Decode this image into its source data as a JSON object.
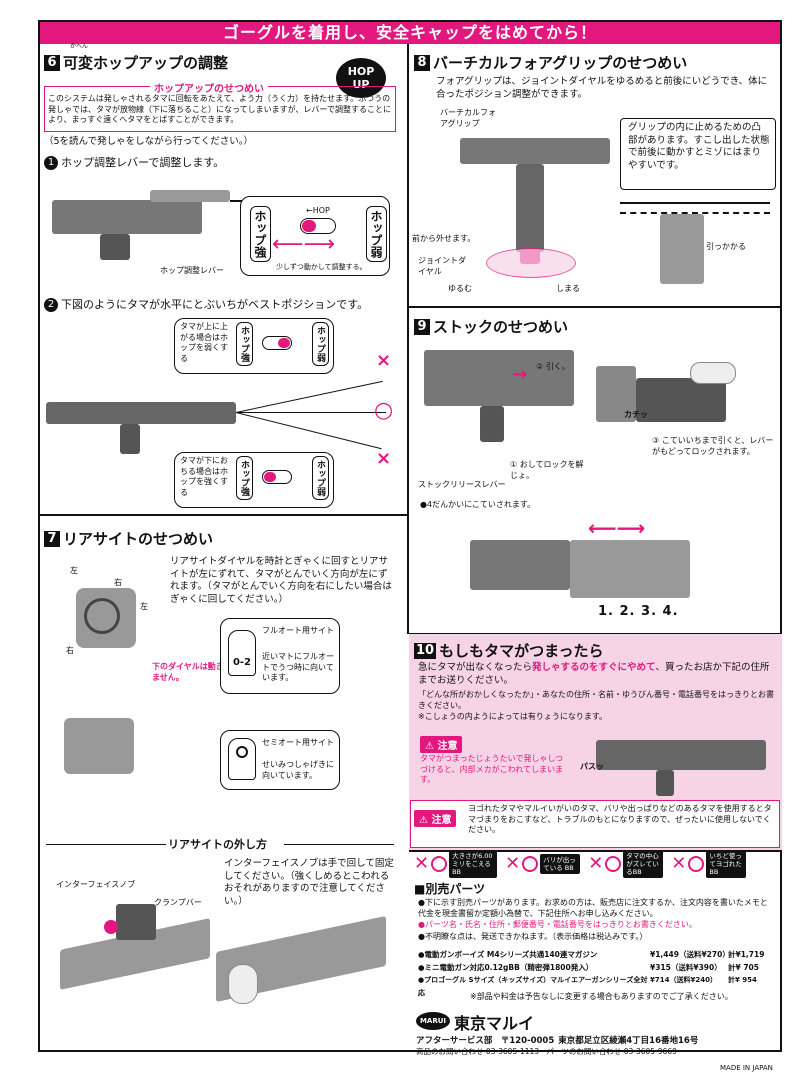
{
  "banner": "ゴーグルを着用し、安全キャップをはめてから！",
  "sec6": {
    "num": "6",
    "ruby": "かへん",
    "title": "可変ホップアップの調整",
    "box_title": "ホップアップのせつめい",
    "box_text": "このシステムは発しゃされるタマに回転をあたえて、よう力（うく力）を持たせます。ふつうの発しゃでは、タマが放物線（下に落ちること）になってしまいますが、レバーで調整することにより、まっすぐ遠くへタマをとばすことができます。",
    "badge_line1": "HOP",
    "badge_line2": "UP",
    "note": "（5を読んで発しゃをしながら行ってください。）",
    "step1_num": "1",
    "step1": "ホップ調整レバーで調整します。",
    "lever_label": "ホップ調整レバー",
    "hop_strong": "ホップ強",
    "hop_weak": "ホップ弱",
    "hop_mark": "←HOP",
    "adjust_note": "少しずつ動かして調整する。",
    "step2_num": "2",
    "step2": "下図のようにタマが水平にとぶいちがベストポジションです。",
    "upper_text": "タマが上に上がる場合はホップを弱くする",
    "lower_text": "タマが下におちる場合はホップを強くする",
    "x1": "×",
    "o1": "○",
    "x2": "×"
  },
  "sec7": {
    "num": "7",
    "title": "リアサイトのせつめい",
    "text": "リアサイトダイヤルを時計とぎゃくに回すとリアサイトが左にずれて、タマがとんでいく方向が左にずれます。（タマがとんでいく方向を右にしたい場合はぎゃくに回してください。）",
    "left1": "左",
    "right1": "右",
    "left2": "左",
    "right2": "右",
    "dial_note": "下のダイヤルは動きません。",
    "full_auto_title": "フルオート用サイト",
    "full_auto_text": "近いマトにフルオートでうつ時に向いています。",
    "full_auto_mark": "0-2",
    "semi_auto_title": "セミオート用サイト",
    "semi_auto_text": "せいみつしゃげきに向いています。",
    "removal_title": "リアサイトの外し方",
    "removal_text": "インターフェイスノブは手で回して固定してください。（強くしめるとこわれるおそれがありますので注意してください。）",
    "interface_knob": "インターフェイスノブ",
    "clamp_bar": "クランプバー"
  },
  "sec8": {
    "num": "8",
    "title": "バーチカルフォアグリップのせつめい",
    "text": "フォアグリップは、ジョイントダイヤルをゆるめると前後にいどうでき、体に合ったポジション調整ができます。",
    "grip_label": "バーチカルフォアグリップ",
    "inside_note": "グリップの内に止めるための凸部があります。すこし出した状態で前後に動かすとミゾにはまりやすいです。",
    "front_removable": "前から外せます。",
    "joint_dial": "ジョイントダイヤル",
    "loosen": "ゆるむ",
    "tighten": "しまる",
    "catch": "引っかかる"
  },
  "sec9": {
    "num": "9",
    "title": "ストックのせつめい",
    "pull": "② 引く。",
    "push_release": "① おしてロックを解じょ。",
    "stock_lever": "ストックリリースレバー",
    "click": "カチッ",
    "lock_note": "③ こていいちまで引くと、レバーがもどってロックされます。",
    "positions_note": "●4だんかいにこていされます。",
    "positions": "1.  2.  3.  4."
  },
  "sec10": {
    "num": "10",
    "title": "もしもタマがつまったら",
    "text_a": "急にタマが出なくなったら",
    "text_b": "発しゃするのをすぐにやめて",
    "text_c": "、買ったお店か下記の住所までお送りください。",
    "note1": "「どんな所がおかしくなったか」・あなたの住所・名前・ゆうびん番号・電話番号をはっきりとお書きください。",
    "note2": "※こしょうの内ようによっては有りょうになります。",
    "caution_label": "注意",
    "caution1": "タマがつまったじょうたいで発しゃしつづけると、内部メカがこわれてしまいます。",
    "pasu": "パスッ",
    "caution2": "ヨゴれたタマやマルイいがいのタマ、バリや出っぱりなどのあるタマを使用するとタマづまりをおこすなど、トラブルのもとになりますので、ぜったいに使用しないでください。",
    "bad1": "大きさが6.00ミリをこえるBB",
    "bad2": "バリが出っている BB",
    "bad3": "タマの中心がズレているBB",
    "bad4": "いちど使ってヨゴれたBB"
  },
  "parts": {
    "title": "■別売パーツ",
    "intro": "●下に示す別売パーツがあります。お求めの方は、販売店に注文するか、注文内容を書いたメモと代金を現金書留か定額小為替で、下記住所へお申し込みください。",
    "pink_note": "●パーツ名・氏名・住所・郵便番号・電話番号をはっきりとお書きください。",
    "note2": "●不明瞭な点は、発送できかねます。（表示価格は税込みです。）",
    "items": [
      {
        "name": "●電動ガンボーイズ M4シリーズ共通140連マガジン",
        "price": "¥1,449（送料¥270）",
        "total": "計¥1,719"
      },
      {
        "name": "●ミニ電動ガン対応0.12gBB（精密弾1800発入）",
        "price": "¥315（送料¥390）",
        "total": "計¥ 705"
      },
      {
        "name": "●プロゴーグル Sサイズ（キッズサイズ）マルイエアーガンシリーズ全対応",
        "price": "¥714（送料¥240）",
        "total": "計¥ 954"
      }
    ],
    "footnote": "※部品や料金は予告なしに変更する場合もありますのでご了承ください。"
  },
  "footer": {
    "brand_mark": "MARUI",
    "company": "東京マルイ",
    "address_a": "アフターサービス部　〒120-0005",
    "address_b": "東京都足立区綾瀬4丁目16番地16号",
    "contact": "商品のお問い合わせ 03-3605-1113　パーツのお問い合わせ 03-3605-9669",
    "made_in": "MADE IN JAPAN"
  },
  "colors": {
    "accent": "#e2187f",
    "pink_bg": "#f7d3e6"
  }
}
